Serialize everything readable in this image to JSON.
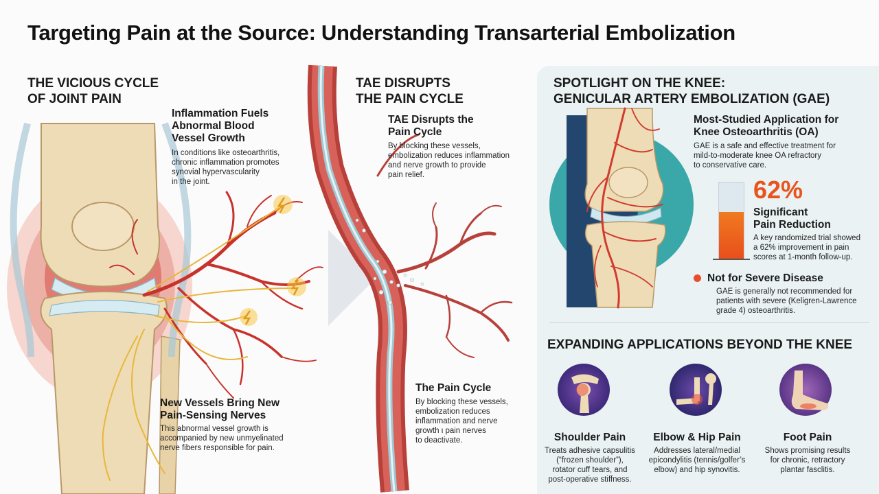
{
  "title": "Targeting Pain at the Source: Understanding Transarterial Embolization",
  "cycle": {
    "heading_1": "THE VICIOUS CYCLE",
    "heading_2": "OF JOINT PAIN",
    "inflammation_title_1": "Inflammation Fuels",
    "inflammation_title_2": "Abnormal Blood",
    "inflammation_title_3": "Vessel Growth",
    "inflammation_text_1": "In conditions like osteoarthritis,",
    "inflammation_text_2": "chronic inflammation promotes",
    "inflammation_text_3": "synovial hypervascularity",
    "inflammation_text_4": "in the joint.",
    "nerves_title_1": "New Vessels Bring New",
    "nerves_title_2": "Pain-Sensing Nerves",
    "nerves_text_1": "This abnormal vessel growth is",
    "nerves_text_2": "accompanied by new unmyelinated",
    "nerves_text_3": "nerve fibers responsible for pain."
  },
  "tae": {
    "heading_1": "TAE DISRUPTS",
    "heading_2": "THE PAIN CYCLE",
    "disrupt_title_1": "TAE Disrupts the",
    "disrupt_title_2": "Pain Cycle",
    "disrupt_text_1": "By blocking these vessels,",
    "disrupt_text_2": "embolization reduces inflammation",
    "disrupt_text_3": "and nerve growth to provide",
    "disrupt_text_4": "pain relief.",
    "cycle_title": "The Pain Cycle",
    "cycle_text_1": "By blocking these vessels,",
    "cycle_text_2": "embolization reduces",
    "cycle_text_3": "inflammation and nerve",
    "cycle_text_4": "growth ι pain nerves",
    "cycle_text_5": "to deactivate."
  },
  "knee": {
    "heading_1": "SPOTLIGHT ON THE KNEE:",
    "heading_2": "GENICULAR ARTERY EMBOLIZATION (GAE)",
    "studied_title_1": "Most-Studied Application for",
    "studied_title_2": "Knee Osteoarthritis (OA)",
    "studied_text_1": "GAE is a safe and effective treatment for",
    "studied_text_2": "mild-to-moderate knee OA refractory",
    "studied_text_3": "to conservative care.",
    "stat_value": "62%",
    "stat_percent": 62,
    "stat_title_1": "Significant",
    "stat_title_2": "Pain Reduction",
    "stat_text_1": "A key randomized trial showed",
    "stat_text_2": "a 62% improvement in pain",
    "stat_text_3": "scores at 1-month follow-up.",
    "severe_title": "Not for Severe Disease",
    "severe_text_1": "GAE is generally not recommended for",
    "severe_text_2": "patients with severe (Keligren-Lawrence",
    "severe_text_3": "grade 4) osteoarthritis."
  },
  "expanding": {
    "heading": "EXPANDING APPLICATIONS BEYOND THE KNEE",
    "shoulder_title": "Shoulder Pain",
    "shoulder_text_1": "Treats adhesive capsulitis",
    "shoulder_text_2": "(“frozen shoulder”),",
    "shoulder_text_3": "rotator cuff tears, and",
    "shoulder_text_4": "post-operative stiffness.",
    "elbow_title": "Elbow & Hip Pain",
    "elbow_text_1": "Addresses lateral/medial",
    "elbow_text_2": "epicondylitis (tennis/golfer’s",
    "elbow_text_3": "elbow) and hip synovitis.",
    "foot_title": "Foot Pain",
    "foot_text_1": "Shows promising results",
    "foot_text_2": "for chronic, retractory",
    "foot_text_3": "plantar fasclitis."
  },
  "colors": {
    "accent_orange": "#e8541c",
    "artery_red": "#c8322c",
    "bone": "#eedcb7",
    "panel_bg": "#eaf2f3"
  }
}
